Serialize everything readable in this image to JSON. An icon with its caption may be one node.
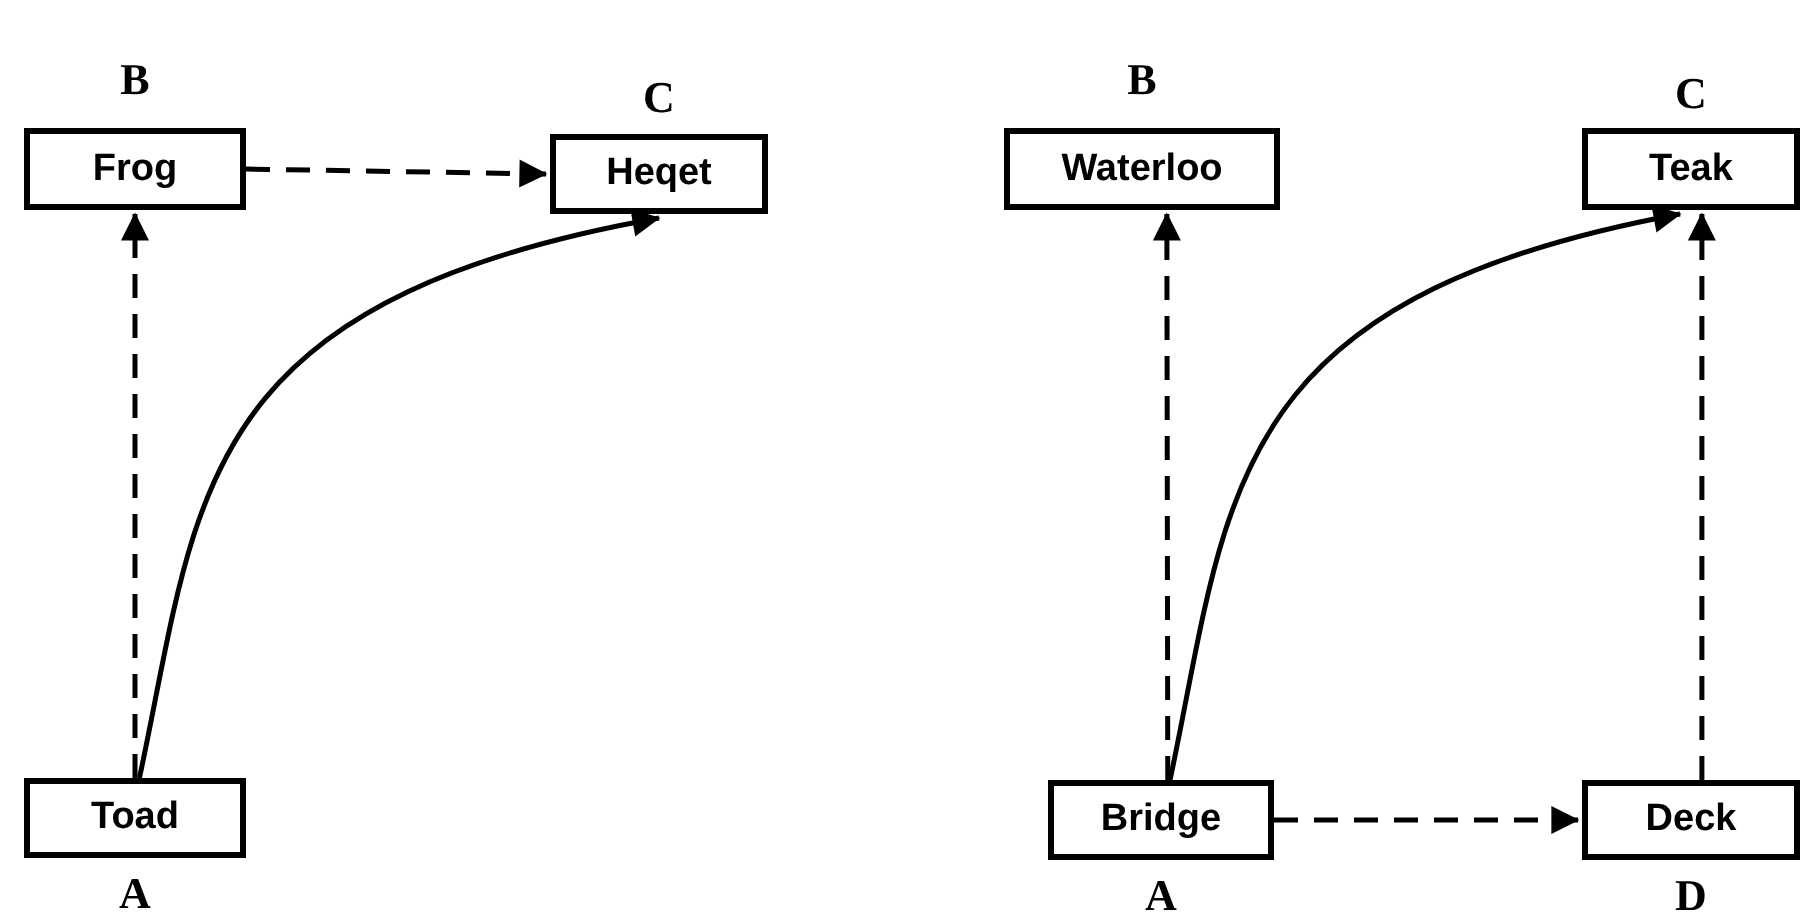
{
  "diagram": {
    "nodes": [
      {
        "text": [
          "Frog"
        ],
        "beside": [
          "B"
        ]
      },
      {
        "text": [
          "Heqet"
        ],
        "beside": [
          "C"
        ]
      },
      {
        "text": [
          "Toad"
        ],
        "beside": [
          "A"
        ]
      },
      {
        "text": [
          "Waterloo"
        ],
        "beside": [
          "B"
        ]
      },
      {
        "text": [
          "Teak"
        ],
        "beside": [
          "C"
        ]
      },
      {
        "text": [
          "Bridge"
        ],
        "beside": [
          "A"
        ]
      },
      {
        "text": [
          "Deck"
        ],
        "beside": [
          "D"
        ]
      }
    ],
    "edges": [
      {
        "from": 0,
        "to": 1,
        "arrow": "to",
        "style": "dashed"
      },
      {
        "from": 2,
        "to": 0,
        "arrow": "to",
        "style": "dashed"
      },
      {
        "from": 2,
        "to": 1,
        "arrow": "to"
      },
      {
        "from": 5,
        "to": 3,
        "arrow": "to",
        "style": "dashed"
      },
      {
        "from": 5,
        "to": 4,
        "arrow": "to"
      },
      {
        "from": 5,
        "to": 6,
        "arrow": "to",
        "style": "dashed"
      },
      {
        "from": 6,
        "to": 4,
        "arrow": "to",
        "style": "dashed"
      }
    ]
  }
}
